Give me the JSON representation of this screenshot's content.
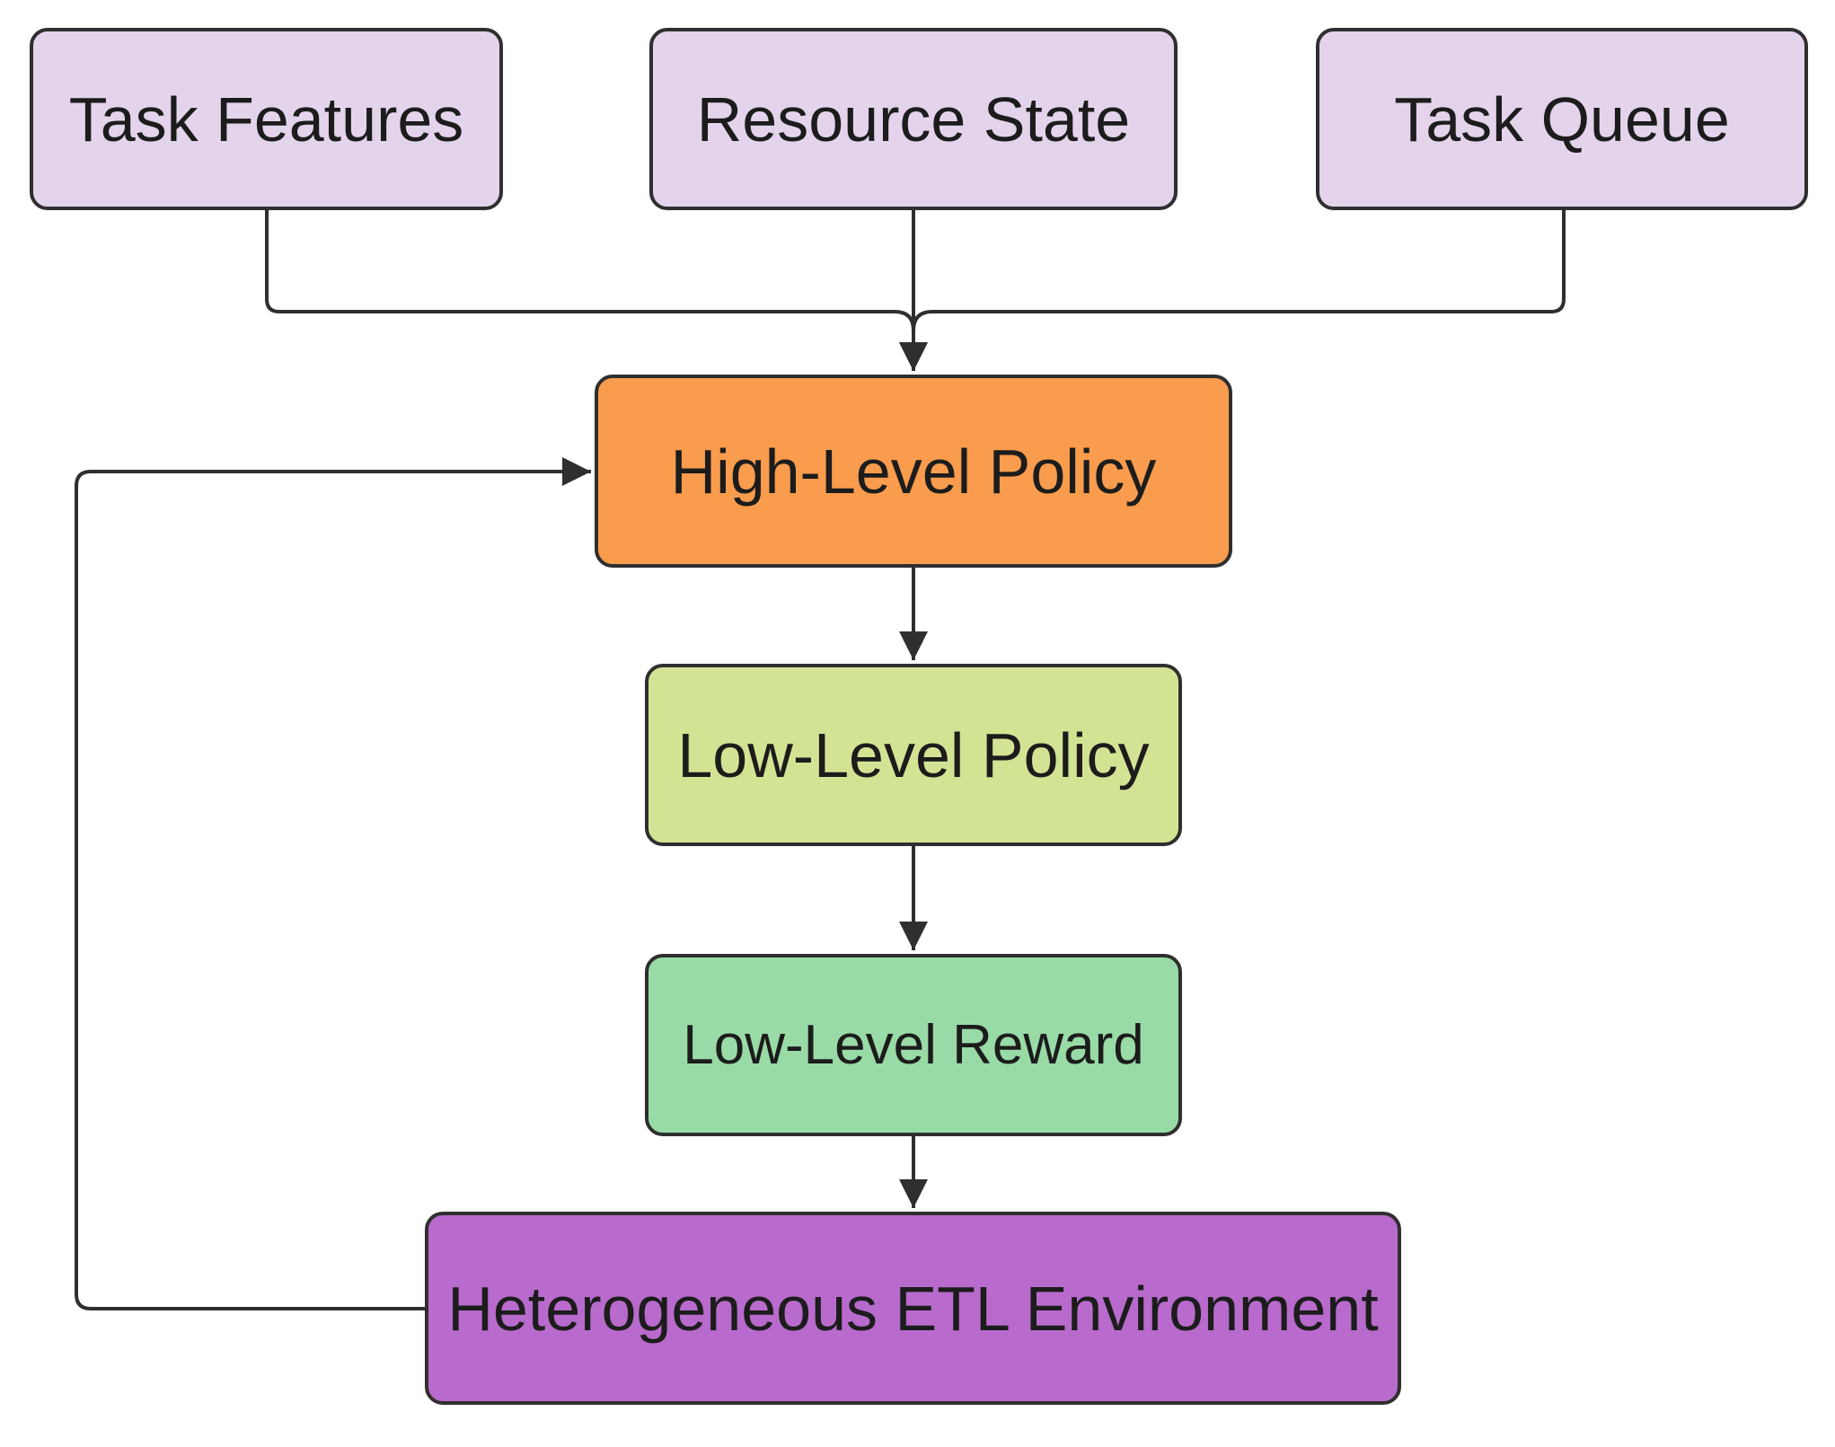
{
  "nodes": {
    "task_features": {
      "label": "Task Features",
      "color": "#e3d4ec"
    },
    "resource_state": {
      "label": "Resource State",
      "color": "#e3d4ec"
    },
    "task_queue": {
      "label": "Task Queue",
      "color": "#e3d4ec"
    },
    "high_level_policy": {
      "label": "High-Level Policy",
      "color": "#f99c4d"
    },
    "low_level_policy": {
      "label": "Low-Level Policy",
      "color": "#d2e494"
    },
    "low_level_reward": {
      "label": "Low-Level Reward",
      "color": "#99dba6"
    },
    "environment": {
      "label": "Heterogeneous ETL Environment",
      "color": "#b86bcc"
    }
  },
  "edges": [
    {
      "from": "task_features",
      "to": "high_level_policy"
    },
    {
      "from": "resource_state",
      "to": "high_level_policy"
    },
    {
      "from": "task_queue",
      "to": "high_level_policy"
    },
    {
      "from": "high_level_policy",
      "to": "low_level_policy"
    },
    {
      "from": "low_level_policy",
      "to": "low_level_reward"
    },
    {
      "from": "low_level_reward",
      "to": "environment"
    },
    {
      "from": "environment",
      "to": "high_level_policy"
    }
  ],
  "line_color": "#2f2f2f"
}
